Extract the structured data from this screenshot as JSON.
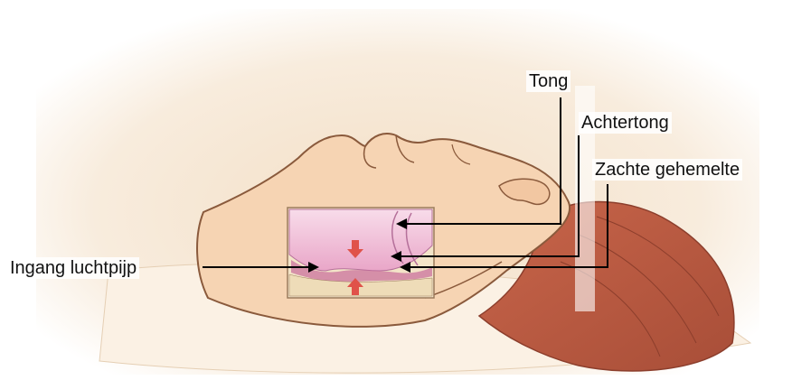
{
  "labels": {
    "tong": "Tong",
    "achtertong": "Achtertong",
    "zachte_gehemelte": "Zachte gehemelte",
    "ingang_luchtpijp": "Ingang luchtpijp"
  },
  "colors": {
    "background_glow": "#f6ead8",
    "skin": "#f7d7b6",
    "skin_outline": "#8a5a3c",
    "hair": "#b65a3e",
    "tongue": "#f2bcd8",
    "inset_background": "#f3e4c8",
    "arrow": "#e0524a",
    "leader_line": "#000000"
  }
}
